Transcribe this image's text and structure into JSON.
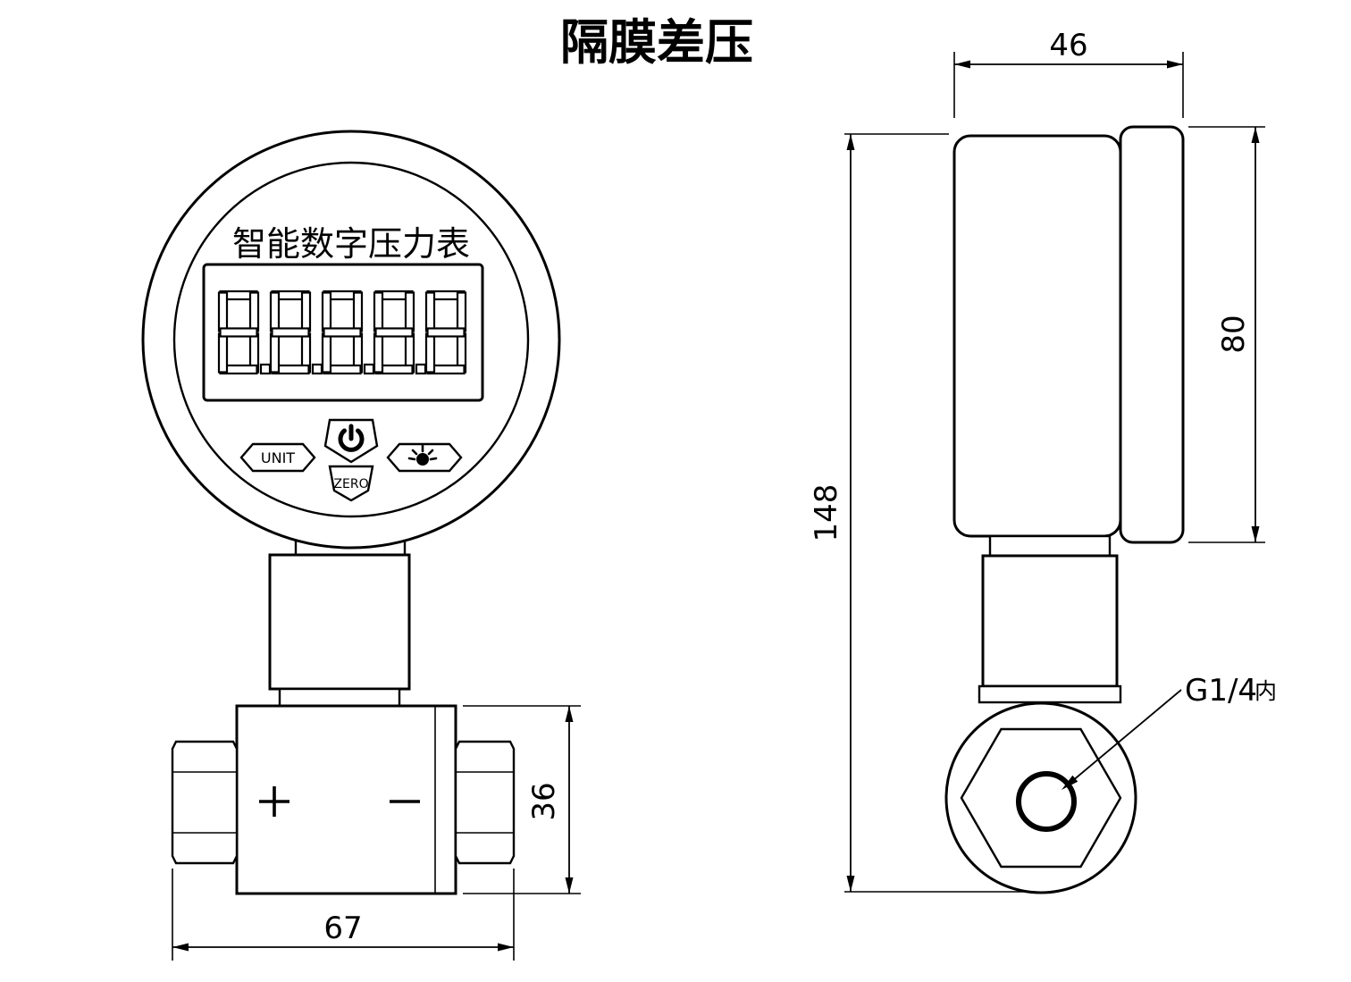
{
  "title": "隔膜差压",
  "colors": {
    "line": "#000000",
    "bg": "#ffffff"
  },
  "front_view": {
    "gauge_label": "智能数字压力表",
    "display_value": "8.8.8.8.8",
    "buttons": {
      "unit": "UNIT",
      "zero": "ZERO",
      "power": "power-symbol",
      "backlight": "backlight-symbol"
    },
    "plus_label": "+",
    "minus_label": "−",
    "dim_body_height": "36",
    "dim_width": "67"
  },
  "side_view": {
    "dim_total_height": "148",
    "dim_width": "46",
    "dim_dial_height": "80",
    "port_label": "G1/4",
    "port_label_suffix": "内"
  }
}
